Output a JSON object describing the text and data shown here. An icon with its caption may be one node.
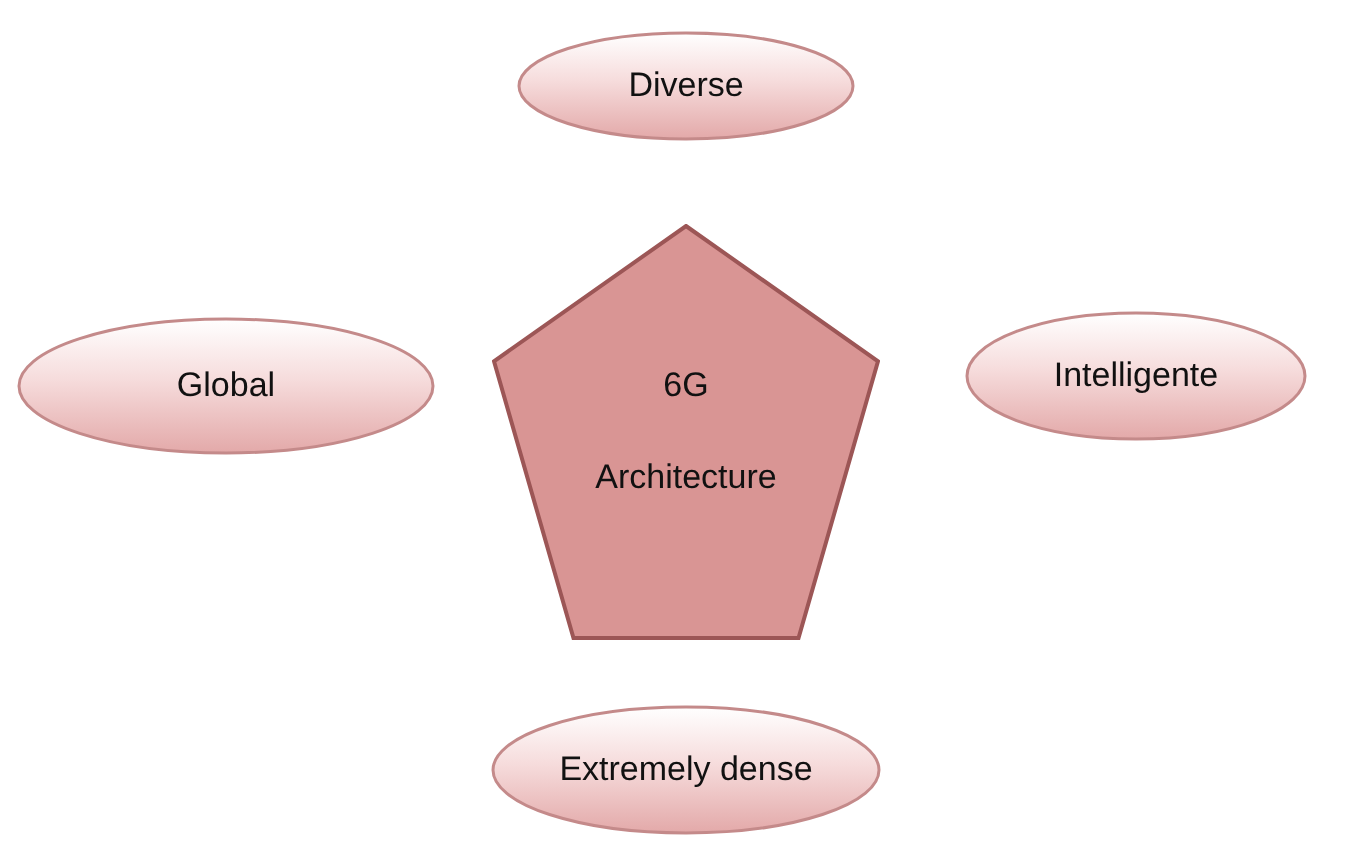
{
  "diagram": {
    "nodes": [
      {
        "text": [
          "Diverse"
        ]
      },
      {
        "text": [
          "Global"
        ]
      },
      {
        "text": [
          "6G Architecture"
        ]
      },
      {
        "text": [
          "Intelligente"
        ]
      },
      {
        "text": [
          "Extremely dense"
        ]
      }
    ]
  }
}
